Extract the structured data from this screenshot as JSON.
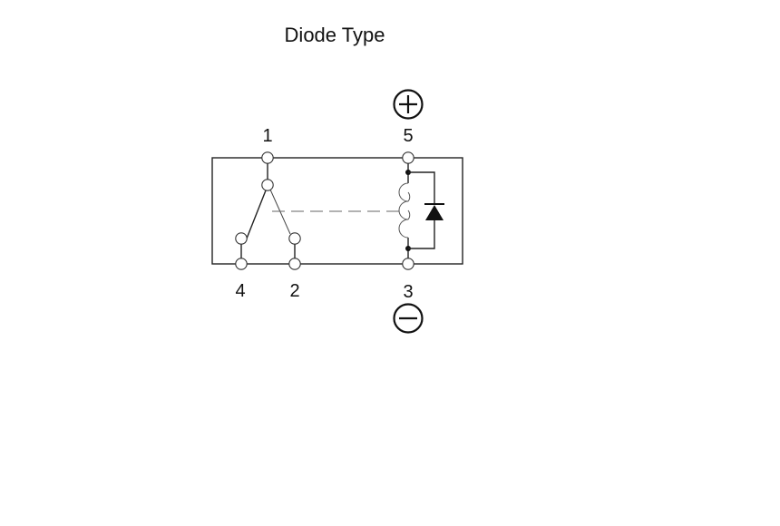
{
  "title": "Diode Type",
  "pins": {
    "p1": "1",
    "p2": "2",
    "p3": "3",
    "p4": "4",
    "p5": "5"
  },
  "icons": {
    "positive": "plus-circle-icon",
    "negative": "minus-circle-icon"
  },
  "colors": {
    "line": "#222222",
    "background": "#ffffff"
  }
}
